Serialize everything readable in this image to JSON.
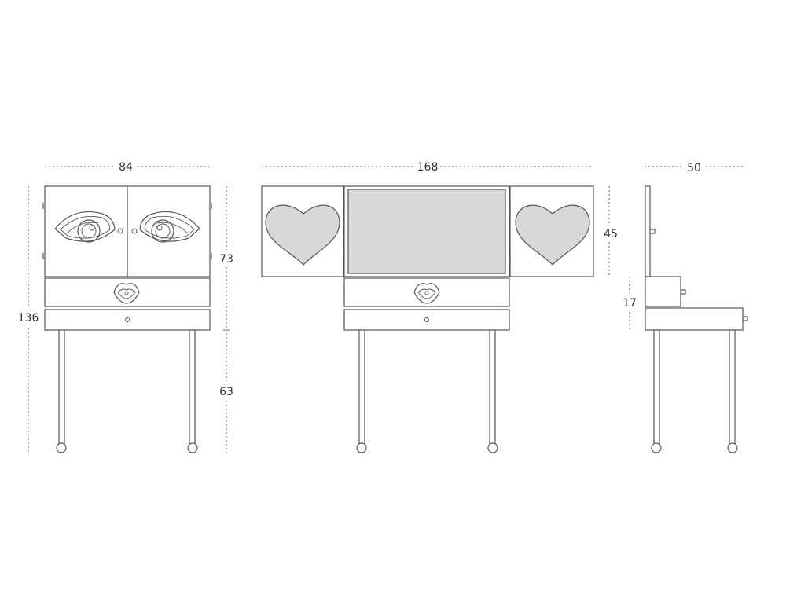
{
  "dimensions": {
    "front_closed_width": "84",
    "total_height": "136",
    "cabinet_height": "73",
    "leg_height": "63",
    "open_width": "168",
    "mirror_height": "45",
    "depth": "50",
    "drawer_height": "17"
  },
  "colors": {
    "line": "#555555",
    "panel_fill": "#d8d8d8",
    "background": "#ffffff"
  }
}
